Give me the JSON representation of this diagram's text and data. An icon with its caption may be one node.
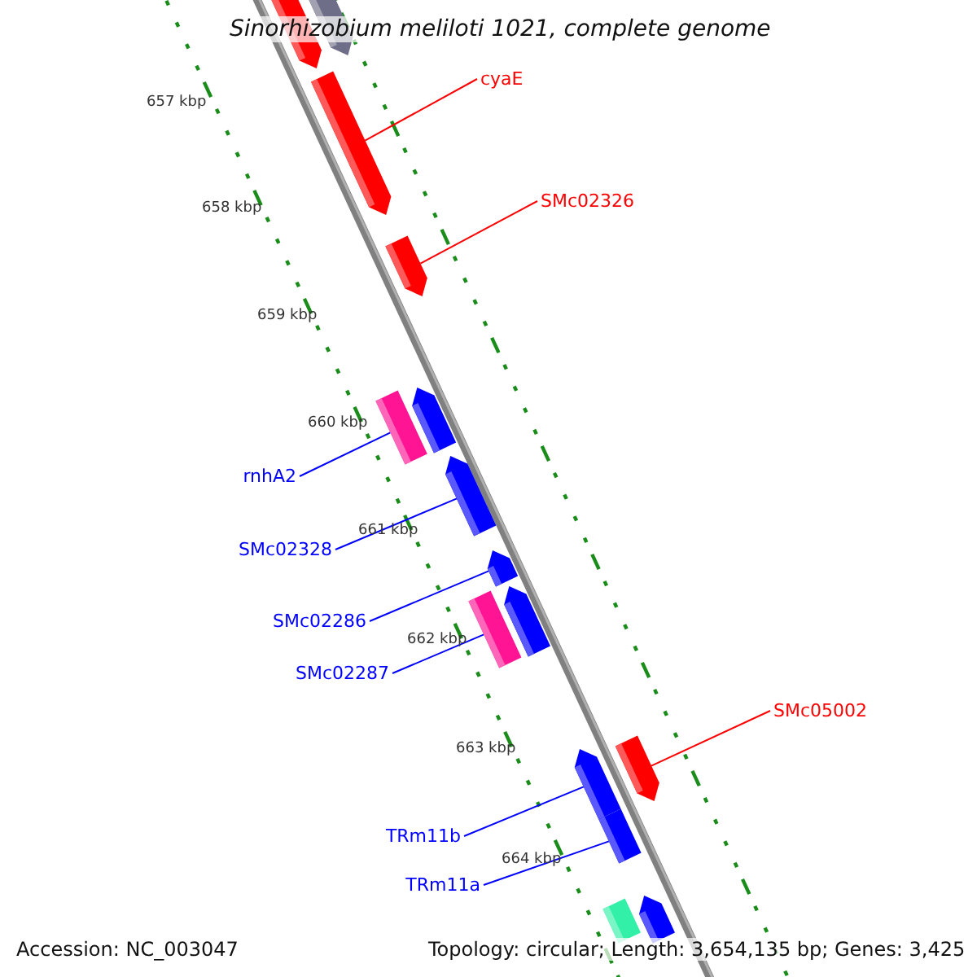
{
  "diagram": {
    "title": "Sinorhizobium meliloti 1021, complete genome",
    "nodes": [
      {
        "text": [
          "cyaE"
        ]
      },
      {
        "text": [
          "SMc02326"
        ]
      },
      {
        "text": [
          "rnhA2"
        ]
      },
      {
        "text": [
          "SMc02328"
        ]
      },
      {
        "text": [
          "SMc02286"
        ]
      },
      {
        "text": [
          "SMc02287"
        ]
      },
      {
        "text": [
          "SMc05002"
        ]
      },
      {
        "text": [
          "TRm11b"
        ]
      },
      {
        "text": [
          "TRm11a"
        ]
      },
      {
        "text": [],
        "shape": "arrow"
      },
      {
        "text": [],
        "shape": "arrow"
      },
      {
        "text": [],
        "shape": "arrow"
      },
      {
        "text": [],
        "shape": "arrow"
      },
      {
        "text": [],
        "shape": "arrow"
      },
      {
        "text": [],
        "shape": "box"
      },
      {
        "text": [],
        "shape": "arrow"
      },
      {
        "text": [],
        "shape": "arrow"
      },
      {
        "text": [],
        "shape": "arrow"
      },
      {
        "text": [],
        "shape": "box"
      },
      {
        "text": [],
        "shape": "arrow"
      },
      {
        "text": [],
        "shape": "arrow"
      },
      {
        "text": [],
        "shape": "box"
      },
      {
        "text": [],
        "shape": "arrow"
      },
      {
        "text": [],
        "shape": "box"
      }
    ],
    "edges": [
      {
        "from": 0,
        "to": 11,
        "arrow": "none",
        "color": "#ff0000"
      },
      {
        "from": 1,
        "to": 12,
        "arrow": "none",
        "color": "#ff0000"
      },
      {
        "from": 2,
        "to": 14,
        "arrow": "none"
      },
      {
        "from": 3,
        "to": 15,
        "arrow": "none"
      },
      {
        "from": 4,
        "to": 16,
        "arrow": "none"
      },
      {
        "from": 5,
        "to": 18,
        "arrow": "none"
      },
      {
        "from": 6,
        "to": 19,
        "arrow": "none",
        "color": "#ff0000"
      },
      {
        "from": 7,
        "to": 20,
        "arrow": "none"
      },
      {
        "from": 8,
        "to": 21,
        "arrow": "none"
      }
    ],
    "labels": [
      "657 kbp",
      "658 kbp",
      "659 kbp",
      "660 kbp",
      "661 kbp",
      "662 kbp",
      "663 kbp",
      "664 kbp",
      "Accession: NC_003047",
      "Topology: circular; Length: 3,654,135 bp; Genes: 3,425"
    ]
  }
}
